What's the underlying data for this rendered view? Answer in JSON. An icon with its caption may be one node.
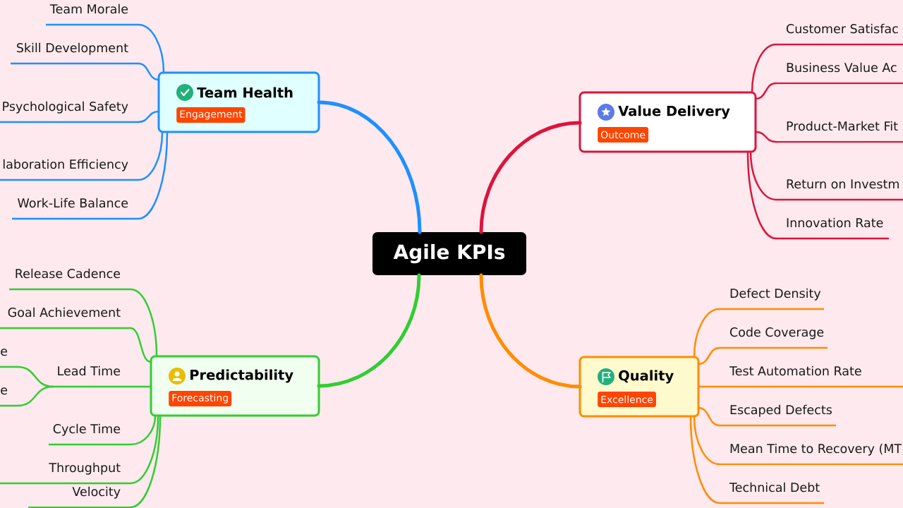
{
  "diagram": {
    "nodes": [
      {
        "text": [
          "Agile KPIs"
        ]
      },
      {
        "text": [
          "Team Health",
          "Engagement"
        ]
      },
      {
        "text": [
          "Team Morale"
        ]
      },
      {
        "text": [
          "Skill Development"
        ]
      },
      {
        "text": [
          "Psychological Safety"
        ]
      },
      {
        "text": [
          "laboration Efficiency"
        ]
      },
      {
        "text": [
          "Work-Life Balance"
        ]
      },
      {
        "text": [
          "Value Delivery",
          "Outcome"
        ]
      },
      {
        "text": [
          "Customer Satisfac"
        ]
      },
      {
        "text": [
          "Business Value Ac"
        ]
      },
      {
        "text": [
          "Product-Market Fit"
        ]
      },
      {
        "text": [
          "Return on Investm"
        ]
      },
      {
        "text": [
          "Innovation Rate"
        ]
      },
      {
        "text": [
          "Predictability",
          "Forecasting"
        ]
      },
      {
        "text": [
          "Release Cadence"
        ]
      },
      {
        "text": [
          "Goal Achievement"
        ]
      },
      {
        "text": [
          "Lead Time"
        ]
      },
      {
        "text": [
          "e"
        ]
      },
      {
        "text": [
          "e"
        ]
      },
      {
        "text": [
          "Cycle Time"
        ]
      },
      {
        "text": [
          "Throughput"
        ]
      },
      {
        "text": [
          "Velocity"
        ]
      },
      {
        "text": [
          "Quality",
          "Excellence"
        ]
      },
      {
        "text": [
          "Defect Density"
        ]
      },
      {
        "text": [
          "Code Coverage"
        ]
      },
      {
        "text": [
          "Test Automation Rate"
        ]
      },
      {
        "text": [
          "Escaped Defects"
        ]
      },
      {
        "text": [
          "Mean Time to Recovery (MT"
        ]
      },
      {
        "text": [
          "Technical Debt"
        ]
      }
    ],
    "edges": [
      {
        "from": 0,
        "to": 1,
        "arrow": "none",
        "style": "thick",
        "color": "#1e90ff"
      },
      {
        "from": 1,
        "to": 2,
        "arrow": "none",
        "color": "#1e90ff"
      },
      {
        "from": 1,
        "to": 3,
        "arrow": "none",
        "color": "#1e90ff"
      },
      {
        "from": 1,
        "to": 4,
        "arrow": "none",
        "color": "#1e90ff"
      },
      {
        "from": 1,
        "to": 5,
        "arrow": "none",
        "color": "#1e90ff"
      },
      {
        "from": 1,
        "to": 6,
        "arrow": "none",
        "color": "#1e90ff"
      },
      {
        "from": 0,
        "to": 7,
        "arrow": "none",
        "style": "thick",
        "color": "#dc143c"
      },
      {
        "from": 7,
        "to": 8,
        "arrow": "none",
        "color": "#dc143c"
      },
      {
        "from": 7,
        "to": 9,
        "arrow": "none",
        "color": "#dc143c"
      },
      {
        "from": 7,
        "to": 10,
        "arrow": "none",
        "color": "#dc143c"
      },
      {
        "from": 7,
        "to": 11,
        "arrow": "none",
        "color": "#dc143c"
      },
      {
        "from": 7,
        "to": 12,
        "arrow": "none",
        "color": "#dc143c"
      },
      {
        "from": 0,
        "to": 13,
        "arrow": "none",
        "style": "thick",
        "color": "#32cd32"
      },
      {
        "from": 13,
        "to": 14,
        "arrow": "none",
        "color": "#32cd32"
      },
      {
        "from": 13,
        "to": 15,
        "arrow": "none",
        "color": "#32cd32"
      },
      {
        "from": 13,
        "to": 16,
        "arrow": "none",
        "color": "#32cd32"
      },
      {
        "from": 13,
        "to": 19,
        "arrow": "none",
        "color": "#32cd32"
      },
      {
        "from": 13,
        "to": 20,
        "arrow": "none",
        "color": "#32cd32"
      },
      {
        "from": 13,
        "to": 21,
        "arrow": "none",
        "color": "#32cd32"
      },
      {
        "from": 16,
        "to": 17,
        "arrow": "none",
        "color": "#32cd32"
      },
      {
        "from": 16,
        "to": 18,
        "arrow": "none",
        "color": "#32cd32"
      },
      {
        "from": 0,
        "to": 22,
        "arrow": "none",
        "style": "thick",
        "color": "#ff8c00"
      },
      {
        "from": 22,
        "to": 23,
        "arrow": "none",
        "color": "#ff8c00"
      },
      {
        "from": 22,
        "to": 24,
        "arrow": "none",
        "color": "#ff8c00"
      },
      {
        "from": 22,
        "to": 25,
        "arrow": "none",
        "color": "#ff8c00"
      },
      {
        "from": 22,
        "to": 26,
        "arrow": "none",
        "color": "#ff8c00"
      },
      {
        "from": 22,
        "to": 27,
        "arrow": "none",
        "color": "#ff8c00"
      },
      {
        "from": 22,
        "to": 28,
        "arrow": "none",
        "color": "#ff8c00"
      }
    ]
  }
}
